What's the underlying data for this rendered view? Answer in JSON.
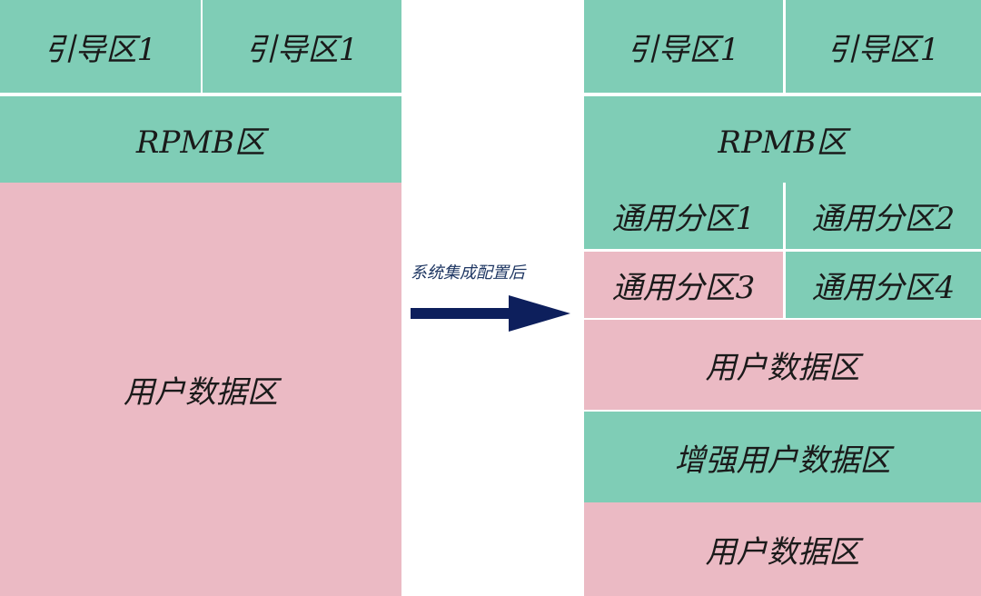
{
  "left": {
    "boot1": "引导区1",
    "boot2": "引导区1",
    "rpmb": "RPMB区",
    "user": "用户数据区"
  },
  "arrow": {
    "label": "系统集成配置后",
    "color": "#0d1f5c"
  },
  "right": {
    "boot1": "引导区1",
    "boot2": "引导区1",
    "rpmb": "RPMB区",
    "gp1": "通用分区1",
    "gp2": "通用分区2",
    "gp3": "通用分区3",
    "gp4": "通用分区4",
    "user1": "用户数据区",
    "enhanced_user": "增强用户数据区",
    "user2": "用户数据区"
  },
  "colors": {
    "green": "#7fcdb6",
    "pink": "#ebbac4"
  }
}
